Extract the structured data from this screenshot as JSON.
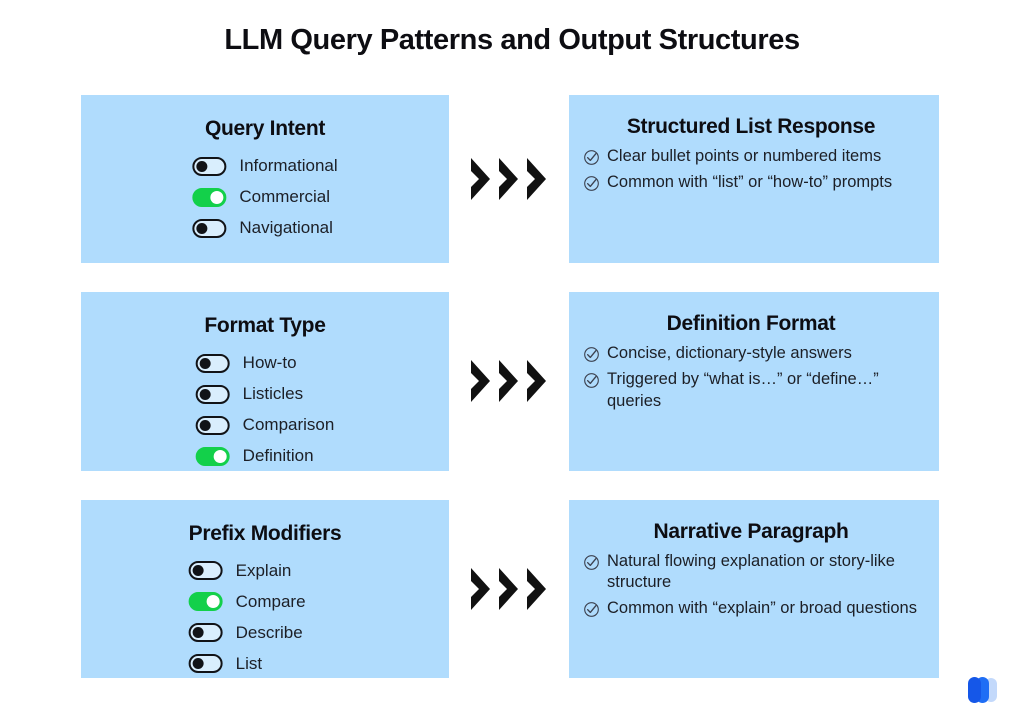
{
  "title": "LLM Query Patterns and Output Structures",
  "colors": {
    "card_background": "#b0dcfd",
    "page_background": "#ffffff",
    "toggle_on": "#13d04a",
    "toggle_off_border": "#111317",
    "text": "#1c1f26",
    "heading": "#0d0d12",
    "chevron": "#111111",
    "logo_dark": "#1557e8",
    "logo_mid": "#1f6ef5",
    "logo_light": "#c3d9fb"
  },
  "icons": {
    "chevron": "chevron-right-icon",
    "check": "check-circle-icon",
    "logo": "brand-logo-icon"
  },
  "rows": [
    {
      "left": {
        "title": "Query Intent",
        "toggles": [
          {
            "label": "Informational",
            "on": false
          },
          {
            "label": "Commercial",
            "on": true
          },
          {
            "label": "Navigational",
            "on": false
          }
        ]
      },
      "arrow": {
        "name": "triple-chevron-right",
        "count": 3
      },
      "right": {
        "title": "Structured List Response",
        "bullets": [
          "Clear bullet points or numbered items",
          " Common with “list” or “how-to” prompts"
        ]
      }
    },
    {
      "left": {
        "title": "Format Type",
        "toggles": [
          {
            "label": "How-to",
            "on": false
          },
          {
            "label": "Listicles",
            "on": false
          },
          {
            "label": "Comparison",
            "on": false
          },
          {
            "label": "Definition",
            "on": true
          }
        ]
      },
      "arrow": {
        "name": "triple-chevron-right",
        "count": 3
      },
      "right": {
        "title": "Definition Format",
        "bullets": [
          "Concise, dictionary-style answers",
          " Triggered by “what is…” or “define…” queries"
        ]
      }
    },
    {
      "left": {
        "title": "Prefix Modifiers",
        "toggles": [
          {
            "label": "Explain",
            "on": false
          },
          {
            "label": "Compare",
            "on": true
          },
          {
            "label": "Describe",
            "on": false
          },
          {
            "label": "List",
            "on": false
          }
        ]
      },
      "arrow": {
        "name": "triple-chevron-right",
        "count": 3
      },
      "right": {
        "title": "Narrative Paragraph",
        "bullets": [
          "Natural flowing explanation or story-like structure",
          " Common with “explain” or broad questions"
        ]
      }
    }
  ]
}
